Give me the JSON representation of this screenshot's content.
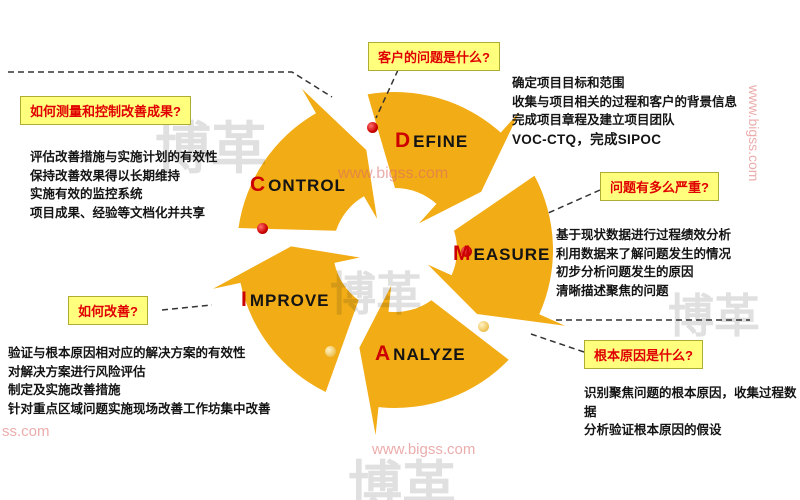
{
  "phases": [
    {
      "name": "DEFINE",
      "initial": "D",
      "rest": "EFINE"
    },
    {
      "name": "MEASURE",
      "initial": "M",
      "rest": "EASURE"
    },
    {
      "name": "ANALYZE",
      "initial": "A",
      "rest": "NALYZE"
    },
    {
      "name": "IMPROVE",
      "initial": "I",
      "rest": "MPROVE"
    },
    {
      "name": "CONTROL",
      "initial": "C",
      "rest": "ONTROL"
    }
  ],
  "callouts": {
    "define": "客户的问题是什么?",
    "measure": "问题有多么严重?",
    "analyze": "根本原因是什么?",
    "improve": "如何改善?",
    "control": "如何测量和控制改善成果?"
  },
  "descriptions": {
    "define": [
      "确定项目目标和范围",
      "收集与项目相关的过程和客户的背景信息",
      "完成项目章程及建立项目团队",
      "VOC-CTQ，完成SIPOC"
    ],
    "measure": [
      "基于现状数据进行过程绩效分析",
      "利用数据来了解问题发生的情况",
      "初步分析问题发生的原因",
      "清晰描述聚焦的问题"
    ],
    "analyze": [
      "识别聚焦问题的根本原因，收集过程数据",
      "分析验证根本原因的假设"
    ],
    "improve": [
      "验证与根本原因相对应的解决方案的有效性",
      "对解决方案进行风险评估",
      "制定及实施改善措施",
      "针对重点区域问题实施现场改善工作坊集中改善"
    ],
    "control": [
      "评估改善措施与实施计划的有效性",
      "保持改善效果得以长期维持",
      "实施有效的监控系统",
      "项目成果、经验等文档化并共享"
    ]
  },
  "watermark": {
    "url": "www.bigss.com",
    "url_partial": "ss.com",
    "logo": "博革"
  },
  "colors": {
    "wheel": "#F2AC15",
    "accent_red": "#CC0000",
    "callout_bg": "#FFFF7D",
    "callout_border": "#ADAD33",
    "text": "#141414"
  }
}
